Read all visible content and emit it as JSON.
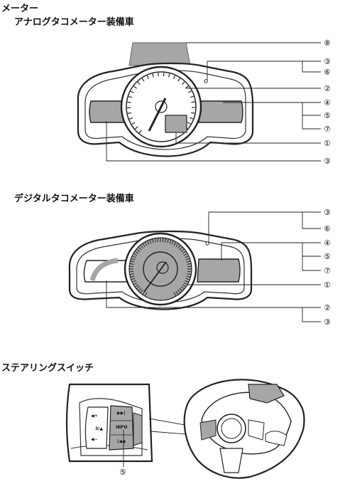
{
  "page": {
    "title": "メーター",
    "sections": [
      {
        "heading": "アナログタコメーター装備車"
      },
      {
        "heading": "デジタルタコメーター装備車"
      },
      {
        "heading": "ステアリングスイッチ"
      }
    ]
  },
  "callouts": {
    "analog": [
      "⑧",
      "③",
      "⑥",
      "②",
      "④",
      "⑤",
      "⑦",
      "①",
      "③"
    ],
    "digital": [
      "③",
      "⑥",
      "④",
      "⑤",
      "⑦",
      "①",
      "②",
      "③"
    ],
    "switch": [
      "⑤"
    ]
  },
  "switch_labels": {
    "info": "INFO",
    "vol_up": "◀+",
    "vol_down": "◀−",
    "next": "▶▶|",
    "prev": "|◀◀"
  }
}
